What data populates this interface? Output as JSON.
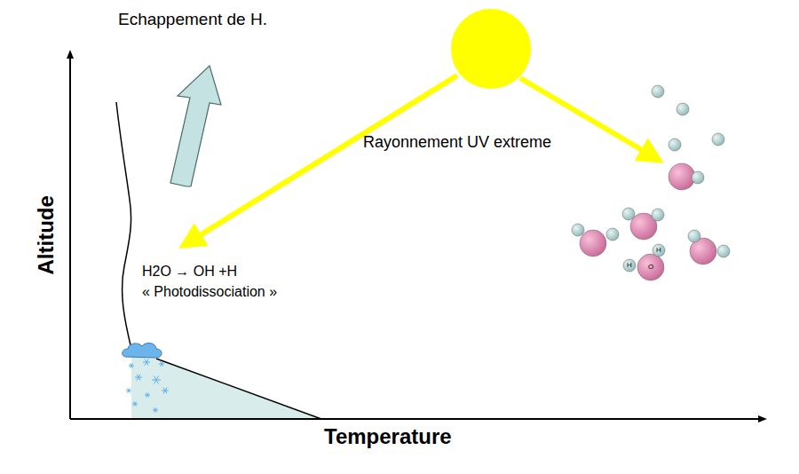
{
  "diagram": {
    "labels": [
      "Echappement de H.",
      "Rayonnement UV extreme",
      "H2O → OH +H",
      "« Photodissociation »",
      "Altitude",
      "Temperature",
      "H",
      "H",
      "O"
    ]
  }
}
